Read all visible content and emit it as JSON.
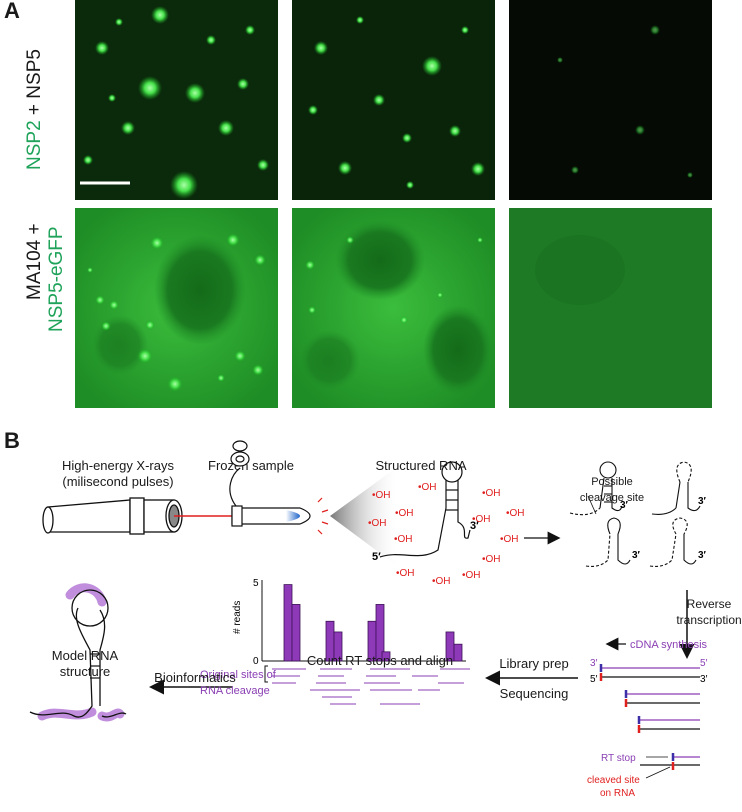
{
  "panel_a": {
    "letter": "A",
    "row1_label_part1": "NSP2",
    "row1_label_part2": "+ NSP5",
    "row2_label_line1": "MA104 +",
    "row2_label_line2": "NSP5-eGFP"
  },
  "panel_b": {
    "letter": "B",
    "xray_label_line1": "High-energy X-rays",
    "xray_label_line2": "(milisecond pulses)",
    "frozen_label": "Frozen sample",
    "structured_label": "Structured RNA",
    "cleavage_label_line1": "Possible",
    "cleavage_label_line2": "cleavage site",
    "oh_label": "•OH",
    "three_prime": "3′",
    "five_prime": "5′",
    "reverse_label_line1": "Reverse",
    "reverse_label_line2": "transcription",
    "cdna_label": "cDNA synthesis",
    "rt_stop_label": "RT stop",
    "cleaved_label_line1": "cleaved site",
    "cleaved_label_line2": "on RNA",
    "library_label": "Library prep",
    "sequencing_label": "Sequencing",
    "count_label": "Count RT stops and align",
    "reads_axis": "# reads",
    "original_sites_line1": "Original sites of",
    "original_sites_line2": "RNA cleavage",
    "bioinformatics_label": "Bioinformatics",
    "model_label_line1": "Model RNA",
    "model_label_line2": "structure"
  },
  "chart_data": {
    "type": "bar",
    "ylabel": "# reads",
    "yticks": [
      0,
      5
    ],
    "ylim": [
      0,
      5.3
    ],
    "values": [
      5,
      3.7,
      2.6,
      1.9,
      2.6,
      3.7,
      0.6,
      1.9,
      1.1
    ],
    "colors": {
      "bar": "#8e3ab8",
      "bar_edge": "#3d1157"
    }
  },
  "colors": {
    "accent_green": "#1fa35a",
    "purple": "#8a3fb3",
    "red": "#e01f1f"
  }
}
